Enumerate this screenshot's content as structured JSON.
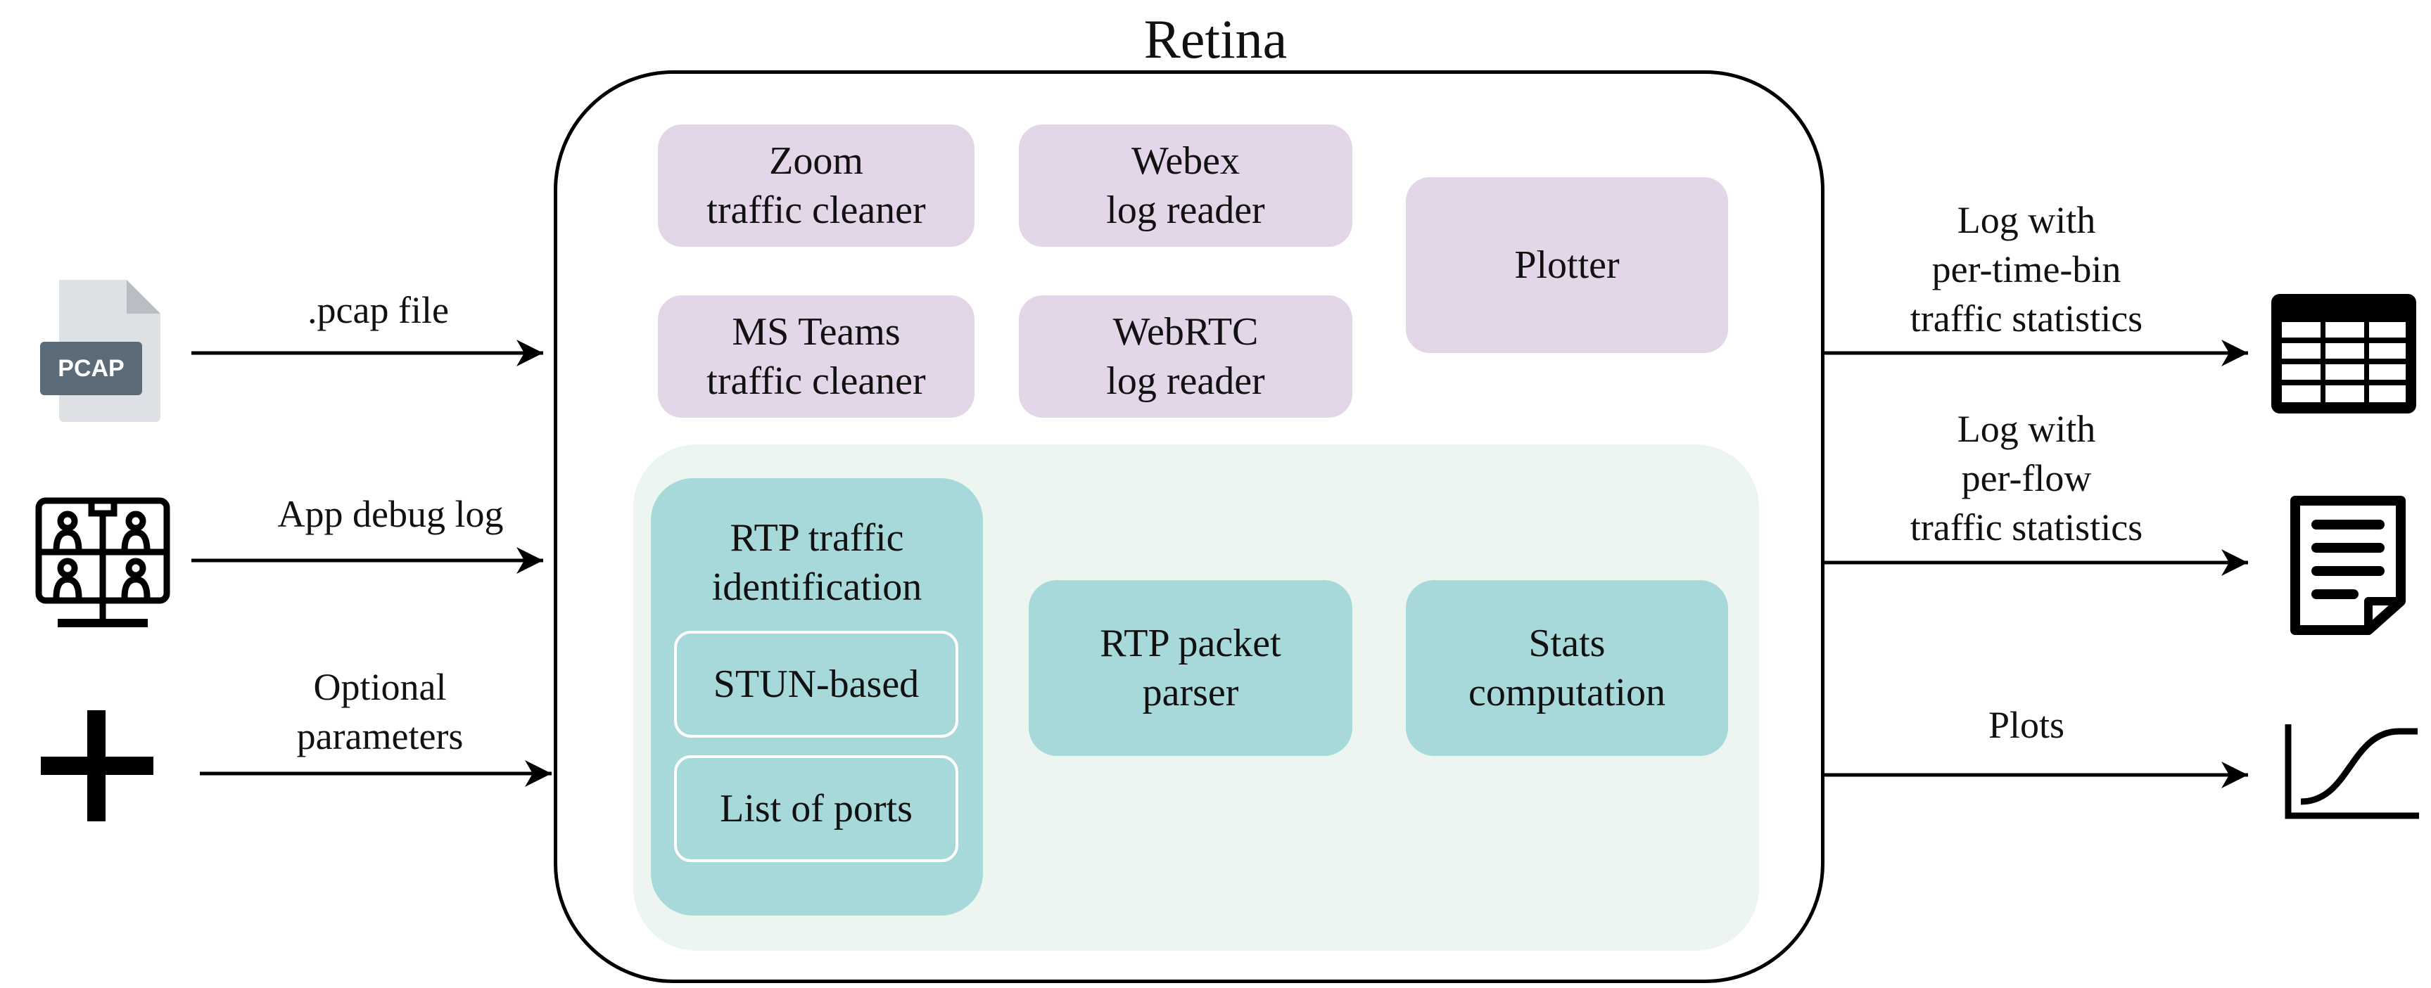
{
  "title": "Retina",
  "inputs": {
    "pcap_badge": "PCAP",
    "pcap_label": ".pcap file",
    "debug_label": "App debug log",
    "optional_label": [
      "Optional",
      "parameters"
    ]
  },
  "modules": {
    "zoom": [
      "Zoom",
      "traffic cleaner"
    ],
    "webex": [
      "Webex",
      "log reader"
    ],
    "plotter": [
      "Plotter"
    ],
    "teams": [
      "MS Teams",
      "traffic cleaner"
    ],
    "webrtc": [
      "WebRTC",
      "log reader"
    ],
    "rtp_identification": [
      "RTP traffic",
      "identification"
    ],
    "stun": [
      "STUN-based"
    ],
    "ports": [
      "List of ports"
    ],
    "rtp_parser": [
      "RTP packet",
      "parser"
    ],
    "stats": [
      "Stats",
      "computation"
    ]
  },
  "outputs": {
    "time_bin_label": [
      "Log with",
      "per-time-bin",
      "traffic statistics"
    ],
    "flow_label": [
      "Log with",
      "per-flow",
      "traffic statistics"
    ],
    "plots_label": [
      "Plots"
    ]
  }
}
